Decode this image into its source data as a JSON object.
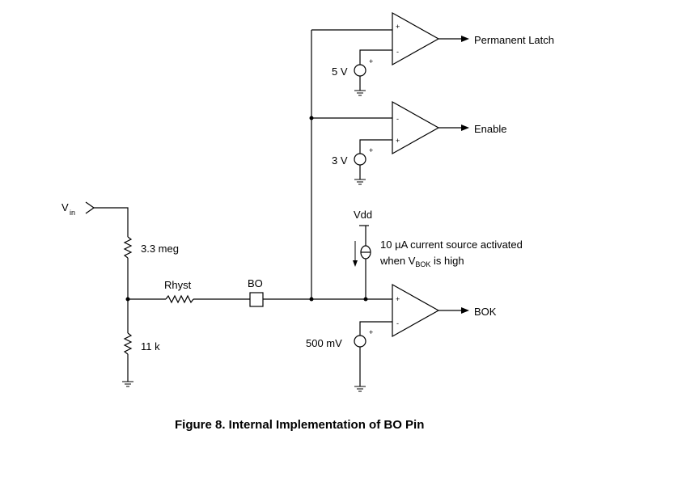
{
  "figure": {
    "caption": "Figure 8. Internal Implementation of BO Pin"
  },
  "labels": {
    "vin_main": "V",
    "vin_sub": "in",
    "r_top": "3.3 meg",
    "r_bottom": "11 k",
    "rhyst": "Rhyst",
    "bo_pin": "BO",
    "vref_5v": "5 V",
    "vref_3v": "3 V",
    "vref_500mv": "500 mV",
    "vdd": "Vdd",
    "current_source_line1_a": "10 ",
    "current_source_line1_mu": "µ",
    "current_source_line1_b": "A current source activated",
    "current_source_line2_a": "when V",
    "current_source_line2_sub": "BOK",
    "current_source_line2_b": " is high",
    "out_latch": "Permanent Latch",
    "out_enable": "Enable",
    "out_bok": "BOK"
  },
  "comparator_signs": {
    "plus": "+",
    "minus": "-"
  }
}
